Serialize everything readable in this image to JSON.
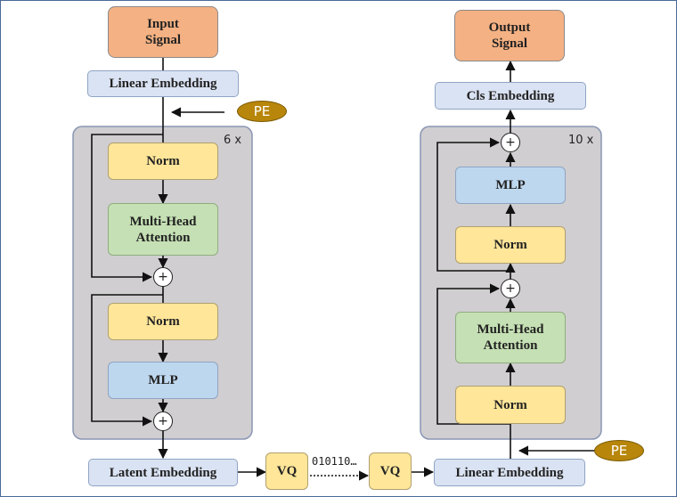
{
  "encoder": {
    "input_signal": "Input\nSignal",
    "linear_embedding": "Linear Embedding",
    "pe": "PE",
    "repeat": "6 x",
    "norm1": "Norm",
    "attention": "Multi-Head\nAttention",
    "norm2": "Norm",
    "mlp": "MLP",
    "plus1": "+",
    "plus2": "+",
    "latent_embedding": "Latent Embedding"
  },
  "quantizer": {
    "vq_left": "VQ",
    "bits": "010110…",
    "vq_right": "VQ"
  },
  "decoder": {
    "output_signal": "Output\nSignal",
    "cls_embedding": "Cls Embedding",
    "repeat": "10 x",
    "mlp": "MLP",
    "norm_top": "Norm",
    "attention": "Multi-Head\nAttention",
    "norm_bottom": "Norm",
    "plus_top": "+",
    "plus_bottom": "+",
    "linear_embedding": "Linear Embedding",
    "pe": "PE"
  },
  "colors": {
    "signal": "#f4b183",
    "embedding": "#dae3f3",
    "norm": "#ffe699",
    "attention": "#c5e0b4",
    "mlp": "#bdd7ee",
    "block_background": "#d0ced0",
    "pe": "#b8860b"
  }
}
